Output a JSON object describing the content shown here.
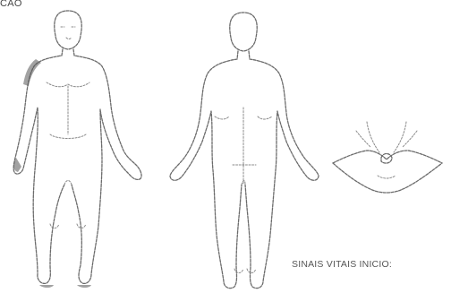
{
  "header": {
    "title_fragment": "CAO"
  },
  "annotation": {
    "handwritten_text": ""
  },
  "vitals": {
    "label": "SINAIS VITAIS INICIO:"
  },
  "figures": [
    {
      "name": "body-front-figure"
    },
    {
      "name": "body-back-figure"
    },
    {
      "name": "perineum-figure"
    }
  ]
}
